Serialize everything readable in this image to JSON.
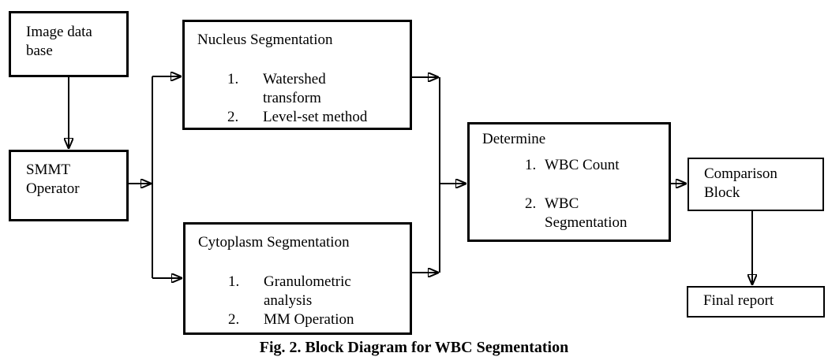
{
  "figure": {
    "caption": "Fig. 2. Block Diagram for WBC Segmentation"
  },
  "diagram": {
    "image_database": {
      "label": "Image data base"
    },
    "smmt": {
      "label": "SMMT Operator"
    },
    "nucleus": {
      "title": "Nucleus Segmentation",
      "items": [
        {
          "num": "1.",
          "text": "Watershed transform"
        },
        {
          "num": "2.",
          "text": "Level-set method"
        }
      ]
    },
    "cytoplasm": {
      "title": "Cytoplasm Segmentation",
      "items": [
        {
          "num": "1.",
          "text": "Granulometric analysis"
        },
        {
          "num": "2.",
          "text": "MM Operation"
        }
      ]
    },
    "determine": {
      "title": "Determine",
      "items": [
        {
          "num": "1.",
          "text": "WBC Count"
        },
        {
          "num": "2.",
          "text": "WBC Segmentation"
        }
      ]
    },
    "comparison": {
      "label": "Comparison Block"
    },
    "final_report": {
      "label": "Final report"
    }
  },
  "colors": {
    "background": "#ffffff",
    "line": "#000000",
    "text": "#000000"
  }
}
